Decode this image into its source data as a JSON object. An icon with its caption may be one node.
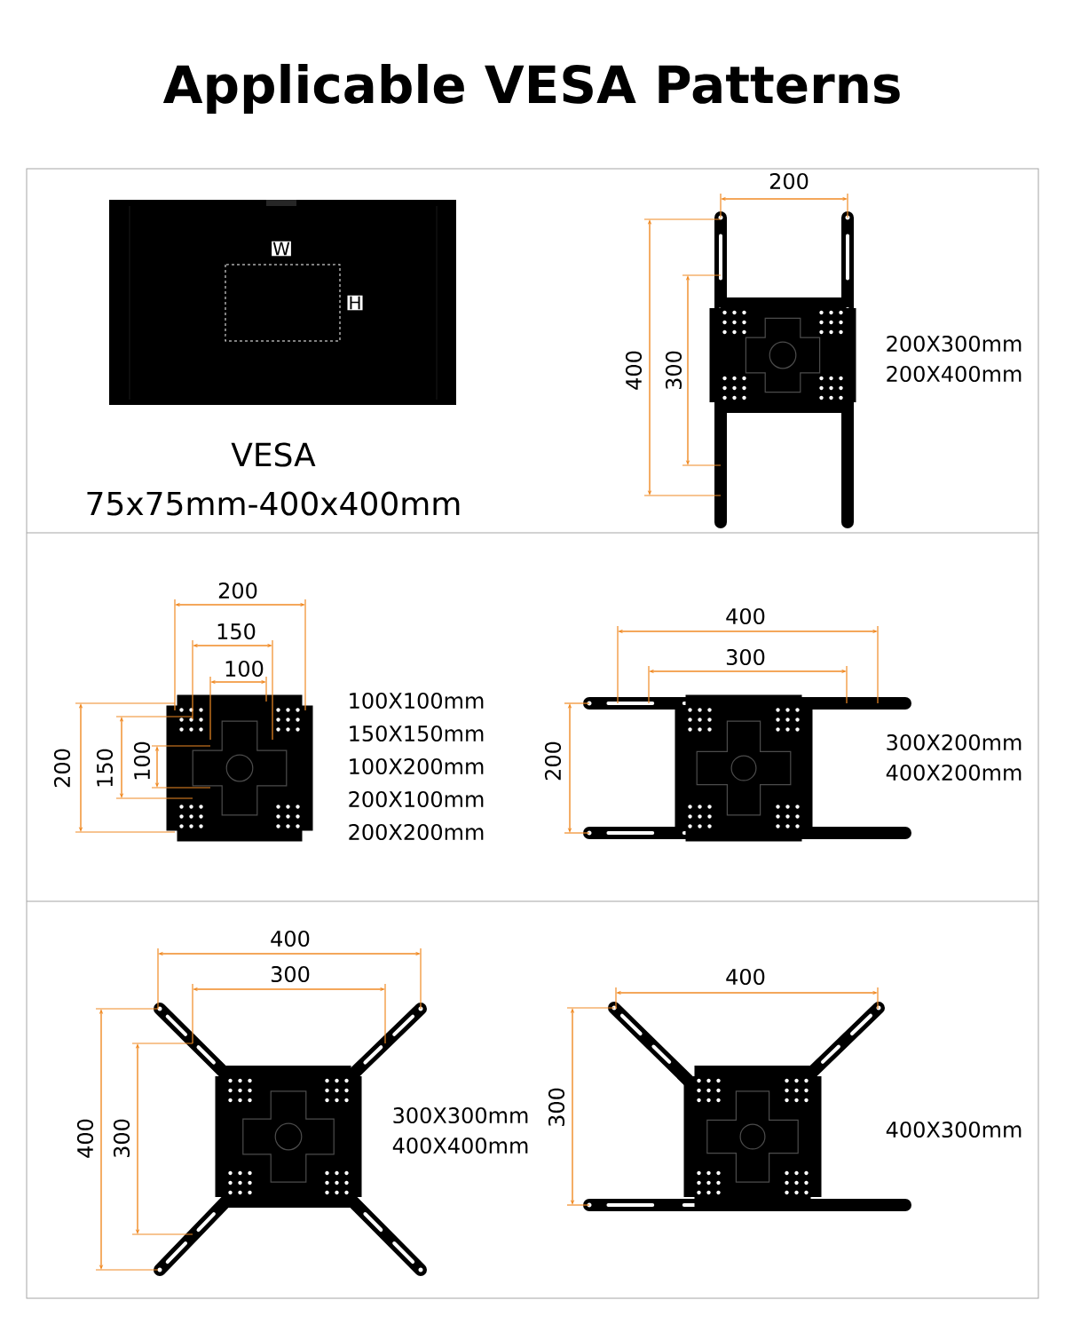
{
  "diagram": {
    "title": "Applicable VESA Patterns",
    "labels": [
      "W",
      "H",
      "VESA",
      "75x75mm-400x400mm",
      "200",
      "400",
      "300",
      "200X300mm",
      "200X400mm",
      "200",
      "150",
      "100",
      "200",
      "150",
      "100",
      "100X100mm",
      "150X150mm",
      "100X200mm",
      "200X100mm",
      "200X200mm",
      "400",
      "300",
      "200",
      "300X200mm",
      "400X200mm",
      "400",
      "300",
      "400",
      "300",
      "300X300mm",
      "400X400mm",
      "400",
      "300",
      "400X300mm"
    ]
  }
}
